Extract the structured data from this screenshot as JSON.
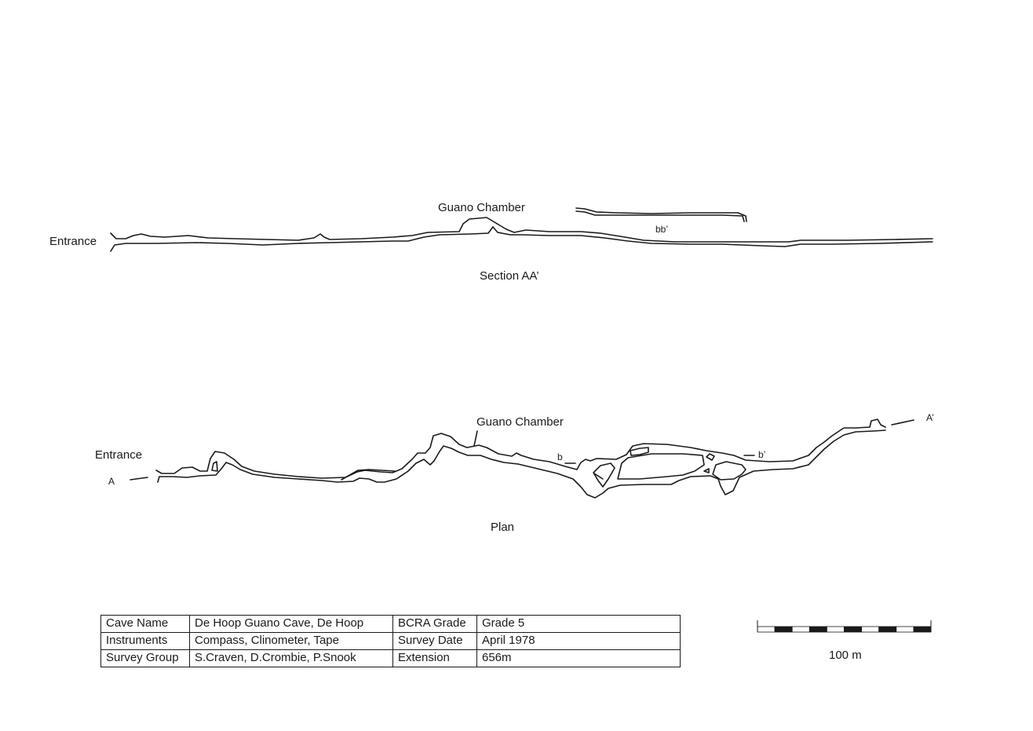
{
  "section": {
    "entrance_label": "Entrance",
    "chamber_label": "Guano Chamber",
    "bb_label": "bb’",
    "title": "Section AA’"
  },
  "plan": {
    "entrance_label": "Entrance",
    "chamber_label": "Guano Chamber",
    "a_label": "A",
    "a_prime_label": "A’",
    "b_label": "b",
    "b_prime_label": "b’",
    "title": "Plan"
  },
  "info_table": {
    "rows": [
      [
        "Cave Name",
        "De Hoop Guano Cave, De Hoop",
        "BCRA Grade",
        "Grade 5"
      ],
      [
        "Instruments",
        "Compass, Clinometer, Tape",
        "Survey Date",
        "April 1978"
      ],
      [
        "Survey Group",
        "S.Craven, D.Crombie, P.Snook",
        "Extension",
        "656m"
      ]
    ]
  },
  "scale": {
    "label": "100 m",
    "segments": 10
  },
  "colors": {
    "line": "#1a1a1a",
    "background": "#ffffff"
  }
}
